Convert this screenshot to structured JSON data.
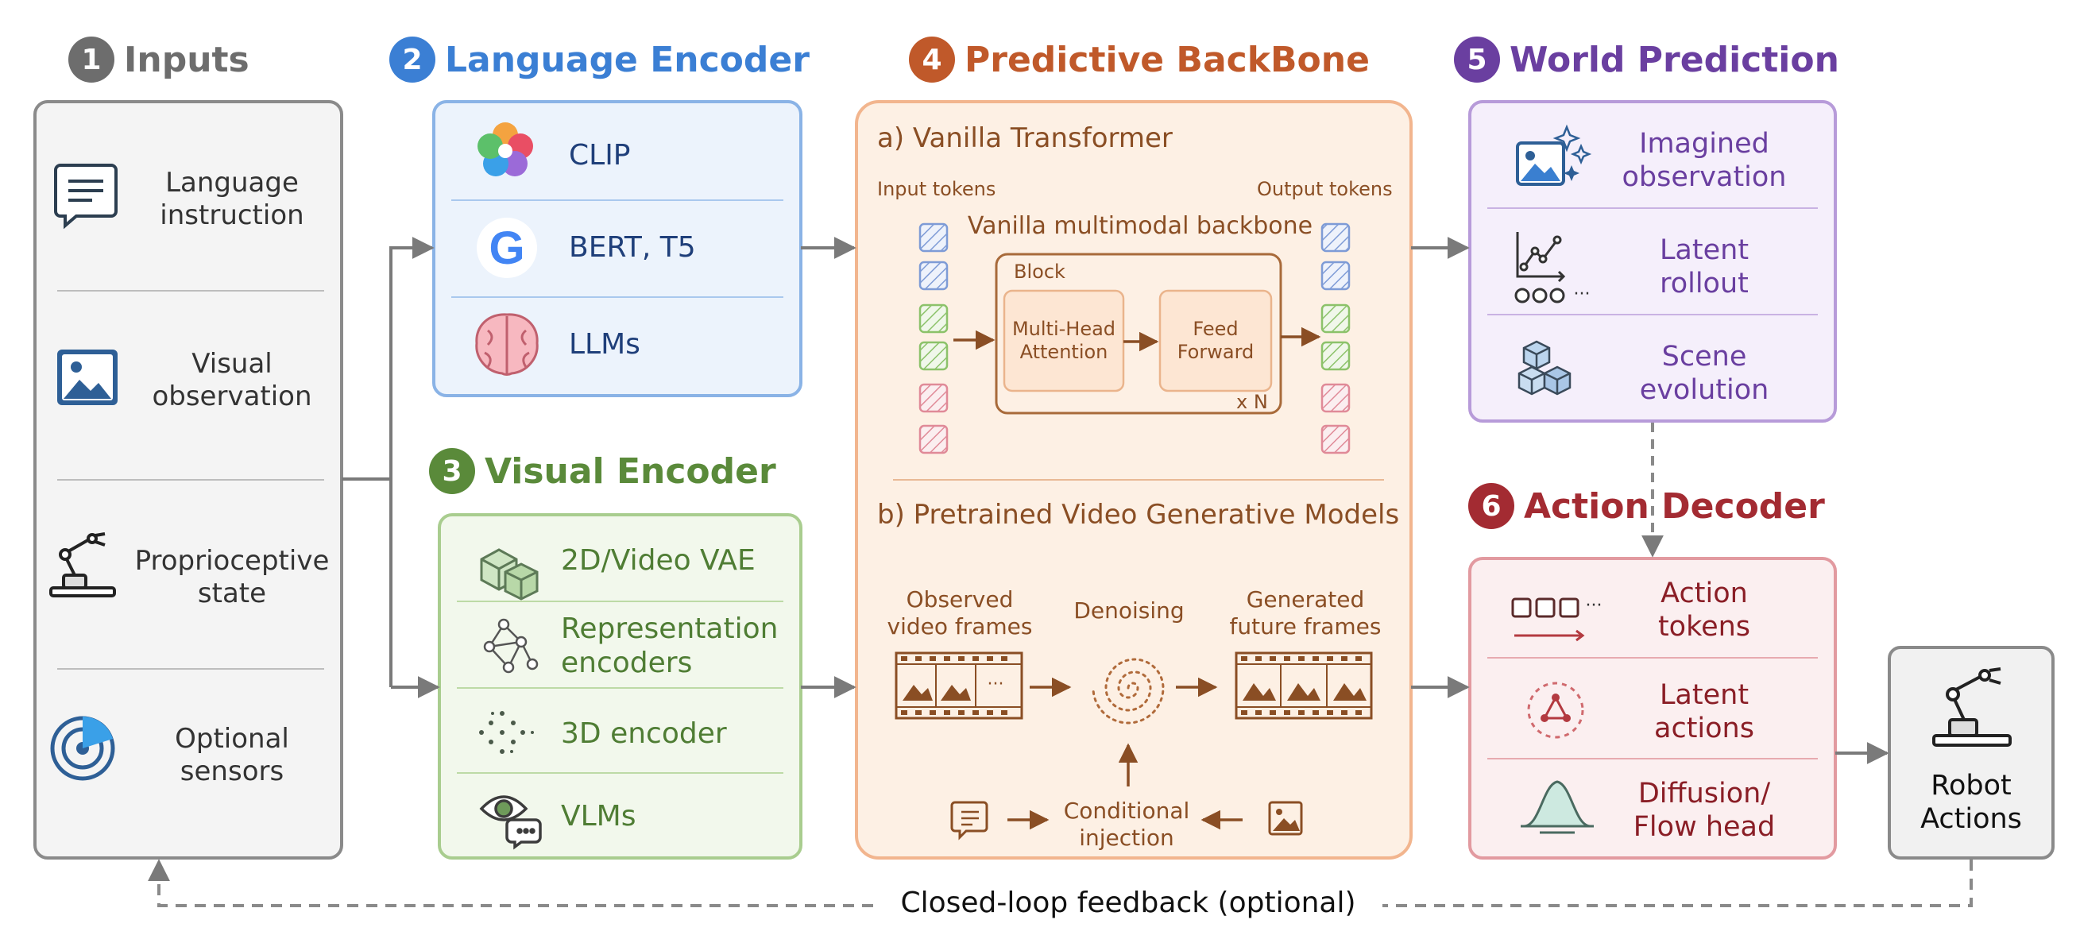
{
  "colors": {
    "inputs": "#6d6d6d",
    "language": "#3b7fd4",
    "visual": "#5a8a3a",
    "backbone": "#c0592a",
    "world": "#6a3fa0",
    "action": "#a32b32"
  },
  "headers": {
    "inputs": {
      "num": "1",
      "title": "Inputs"
    },
    "language": {
      "num": "2",
      "title": "Language Encoder"
    },
    "visual": {
      "num": "3",
      "title": "Visual Encoder"
    },
    "backbone": {
      "num": "4",
      "title": "Predictive BackBone"
    },
    "world": {
      "num": "5",
      "title": "World Prediction"
    },
    "action": {
      "num": "6",
      "title": "Action Decoder"
    }
  },
  "inputs": {
    "items": [
      {
        "label": "Language\ninstruction",
        "icon": "chat-icon"
      },
      {
        "label": "Visual\nobservation",
        "icon": "image-icon"
      },
      {
        "label": "Proprioceptive\nstate",
        "icon": "robot-arm-icon"
      },
      {
        "label": "Optional\nsensors",
        "icon": "radar-icon"
      }
    ]
  },
  "language_encoder": {
    "items": [
      {
        "label": "CLIP",
        "icon": "flower-icon"
      },
      {
        "label": "BERT, T5",
        "icon": "google-icon"
      },
      {
        "label": "LLMs",
        "icon": "brain-icon"
      }
    ]
  },
  "visual_encoder": {
    "items": [
      {
        "label": "2D/Video VAE",
        "icon": "cubes-icon"
      },
      {
        "label": "Representation\nencoders",
        "icon": "network-icon"
      },
      {
        "label": "3D encoder",
        "icon": "point-cloud-icon"
      },
      {
        "label": "VLMs",
        "icon": "eye-chat-icon"
      }
    ]
  },
  "backbone": {
    "vanilla_title": "a) Vanilla Transformer",
    "input_tokens": "Input tokens",
    "output_tokens": "Output tokens",
    "backbone_label": "Vanilla multimodal backbone",
    "block_label": "Block",
    "attention_label": "Multi-Head\nAttention",
    "ffn_label": "Feed\nForward",
    "repeat_label": "x N",
    "video_title": "b) Pretrained Video Generative Models",
    "observed_label": "Observed\nvideo frames",
    "denoising_label": "Denoising",
    "generated_label": "Generated\nfuture frames",
    "conditional_label": "Conditional\ninjection",
    "ellipsis": "···"
  },
  "world_prediction": {
    "items": [
      {
        "label": "Imagined\nobservation",
        "icon": "sparkle-image-icon"
      },
      {
        "label": "Latent\nrollout",
        "icon": "line-chart-icon"
      },
      {
        "label": "Scene\nevolution",
        "icon": "blocks-icon"
      }
    ],
    "dots": "···"
  },
  "action_decoder": {
    "items": [
      {
        "label": "Action\ntokens",
        "icon": "token-row-icon"
      },
      {
        "label": "Latent\nactions",
        "icon": "cycle-icon"
      },
      {
        "label": "Diffusion/\nFlow head",
        "icon": "bell-curve-icon"
      }
    ],
    "dots": "···"
  },
  "robot": {
    "label": "Robot\nActions",
    "icon": "robot-arm-icon"
  },
  "feedback": {
    "label": "Closed-loop feedback (optional)"
  }
}
